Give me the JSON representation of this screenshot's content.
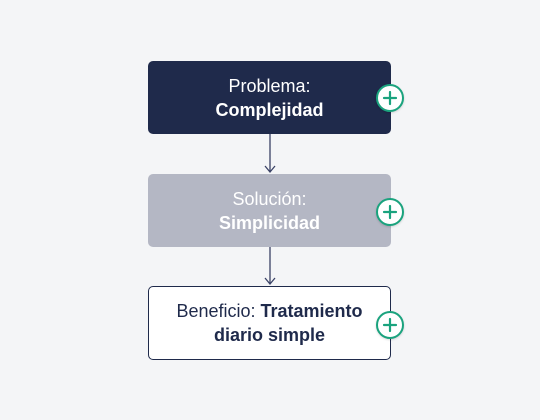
{
  "flow": {
    "problem": {
      "prefix": "Problema:",
      "main": "Complejidad",
      "bg": "#1f2a4b",
      "state": "active"
    },
    "solution": {
      "prefix": "Solución:",
      "main": "Simplicidad",
      "bg": "#b4b7c4",
      "state": "disabled"
    },
    "benefit": {
      "prefix": "Beneficio: ",
      "main_part1": "Tratamiento",
      "main_part2": "diario simple",
      "bg": "#ffffff",
      "state": "outlined"
    }
  },
  "expand_buttons": [
    {
      "icon": "plus-circle-icon",
      "color": "#1aa37e"
    },
    {
      "icon": "plus-circle-icon",
      "color": "#1aa37e"
    },
    {
      "icon": "plus-circle-icon",
      "color": "#1aa37e"
    }
  ],
  "connectors": {
    "icon": "arrow-down-icon",
    "color": "#3a4266"
  },
  "colors": {
    "background": "#f4f5f7",
    "navy": "#1f2a4b",
    "muted": "#b4b7c4",
    "accent": "#1aa37e"
  }
}
